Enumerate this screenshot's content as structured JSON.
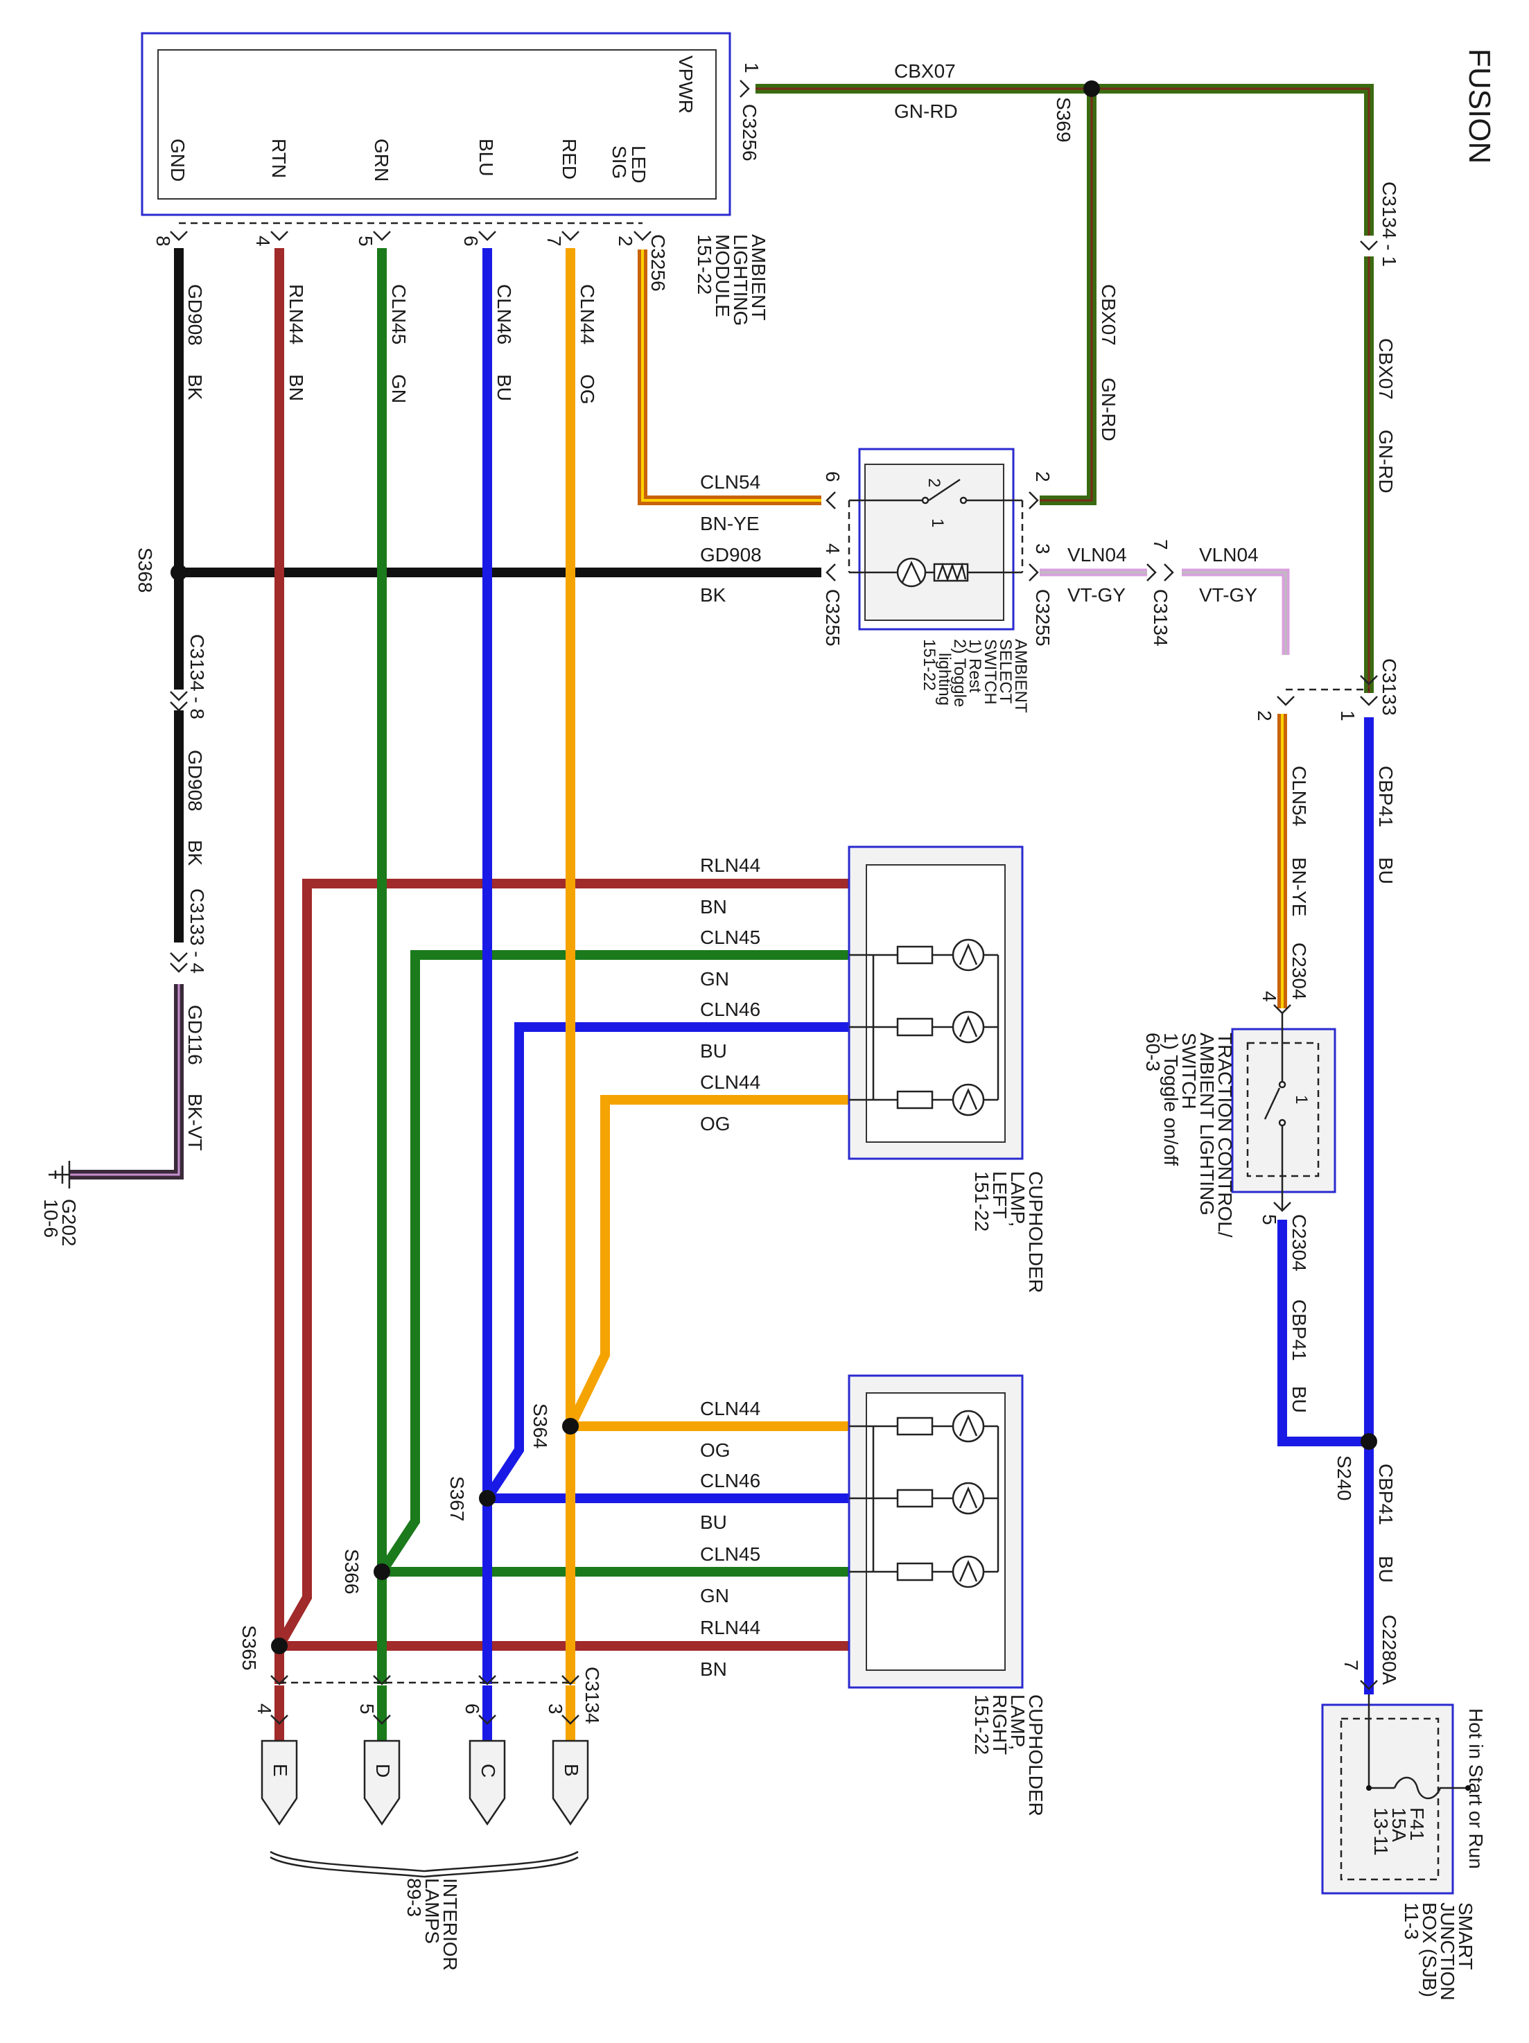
{
  "title": "FUSION",
  "colors": {
    "GN-RD": "#3a6b12",
    "BK": "#111111",
    "BN": "#a12a2a",
    "GN": "#1b7a1b",
    "BU": "#1a1ae6",
    "OG": "#f5a300",
    "BN-YE": "#c9630a",
    "VT-GY": "#d8a0dd",
    "BK-VT": "#3a2a3a"
  },
  "modules": {
    "alm": {
      "name": [
        "AMBIENT",
        "LIGHTING",
        "MODULE",
        "151-22"
      ],
      "pins": {
        "vpwr": "VPWR",
        "gnd": "GND",
        "rtn": "RTN",
        "grn": "GRN",
        "blu": "BLU",
        "red": "RED",
        "led_sig_1": "LED",
        "led_sig_2": "SIG"
      }
    },
    "select_switch": {
      "name": [
        "AMBIENT",
        "SELECT",
        "SWITCH",
        "1) Rest",
        "2) Toggle",
        "lighting",
        "151-22"
      ]
    },
    "tc_switch": {
      "name": [
        "TRACTION CONTROL/",
        "AMBIENT LIGHTING",
        "SWITCH",
        "1) Toggle on/off",
        "60-3"
      ]
    },
    "cup_left": {
      "name": [
        "CUPHOLDER",
        "LAMP,",
        "LEFT",
        "151-22"
      ]
    },
    "cup_right": {
      "name": [
        "CUPHOLDER",
        "LAMP,",
        "RIGHT",
        "151-22"
      ]
    },
    "sjb": {
      "name": [
        "SMART",
        "JUNCTION",
        "BOX (SJB)",
        "11-3"
      ],
      "hot": "Hot in Start or Run",
      "fuse": [
        "F41",
        "15A",
        "13-11"
      ]
    },
    "interior": {
      "name": [
        "INTERIOR",
        "LAMPS",
        "89-3"
      ],
      "pins": [
        "E",
        "D",
        "C",
        "B"
      ]
    }
  },
  "ground": {
    "name": "G202",
    "ref": "10-6"
  },
  "connectors": {
    "c3256": "C3256",
    "c3255": "C3255",
    "c3134": "C3134",
    "c3133": "C3133",
    "c2304": "C2304",
    "c2280a": "C2280A",
    "c3134_1": "C3134 - 1",
    "c3134_8": "C3134 - 8",
    "c3133_4": "C3133 - 4"
  },
  "splices": {
    "s369": "S369",
    "s368": "S368",
    "s364": "S364",
    "s367": "S367",
    "s366": "S366",
    "s365": "S365",
    "s240": "S240"
  },
  "pins": {
    "alm_vpwr": "1",
    "alm_gnd": "8",
    "alm_rtn": "4",
    "alm_grn": "5",
    "alm_blu": "6",
    "alm_red": "7",
    "alm_led": "2",
    "sw_6": "6",
    "sw_2": "2",
    "sw_4": "4",
    "sw_3": "3",
    "sw_pos1": "1",
    "sw_pos2": "2",
    "c3134_7": "7",
    "c3133_2": "2",
    "c3133_1": "1",
    "tc_4": "4",
    "tc_5": "5",
    "tc_pos1": "1",
    "sjb_7": "7",
    "int_4": "4",
    "int_5": "5",
    "int_6": "6",
    "int_3": "3"
  },
  "wires": {
    "cbx07": {
      "circuit": "CBX07",
      "color": "GN-RD"
    },
    "gd908": {
      "circuit": "GD908",
      "color": "BK"
    },
    "rln44": {
      "circuit": "RLN44",
      "color": "BN"
    },
    "cln45": {
      "circuit": "CLN45",
      "color": "GN"
    },
    "cln46": {
      "circuit": "CLN46",
      "color": "BU"
    },
    "cln44": {
      "circuit": "CLN44",
      "color": "OG"
    },
    "cln54": {
      "circuit": "CLN54",
      "color": "BN-YE"
    },
    "vln04": {
      "circuit": "VLN04",
      "color": "VT-GY"
    },
    "cbp41": {
      "circuit": "CBP41",
      "color": "BU"
    },
    "gd116": {
      "circuit": "GD116",
      "color": "BK-VT"
    }
  }
}
